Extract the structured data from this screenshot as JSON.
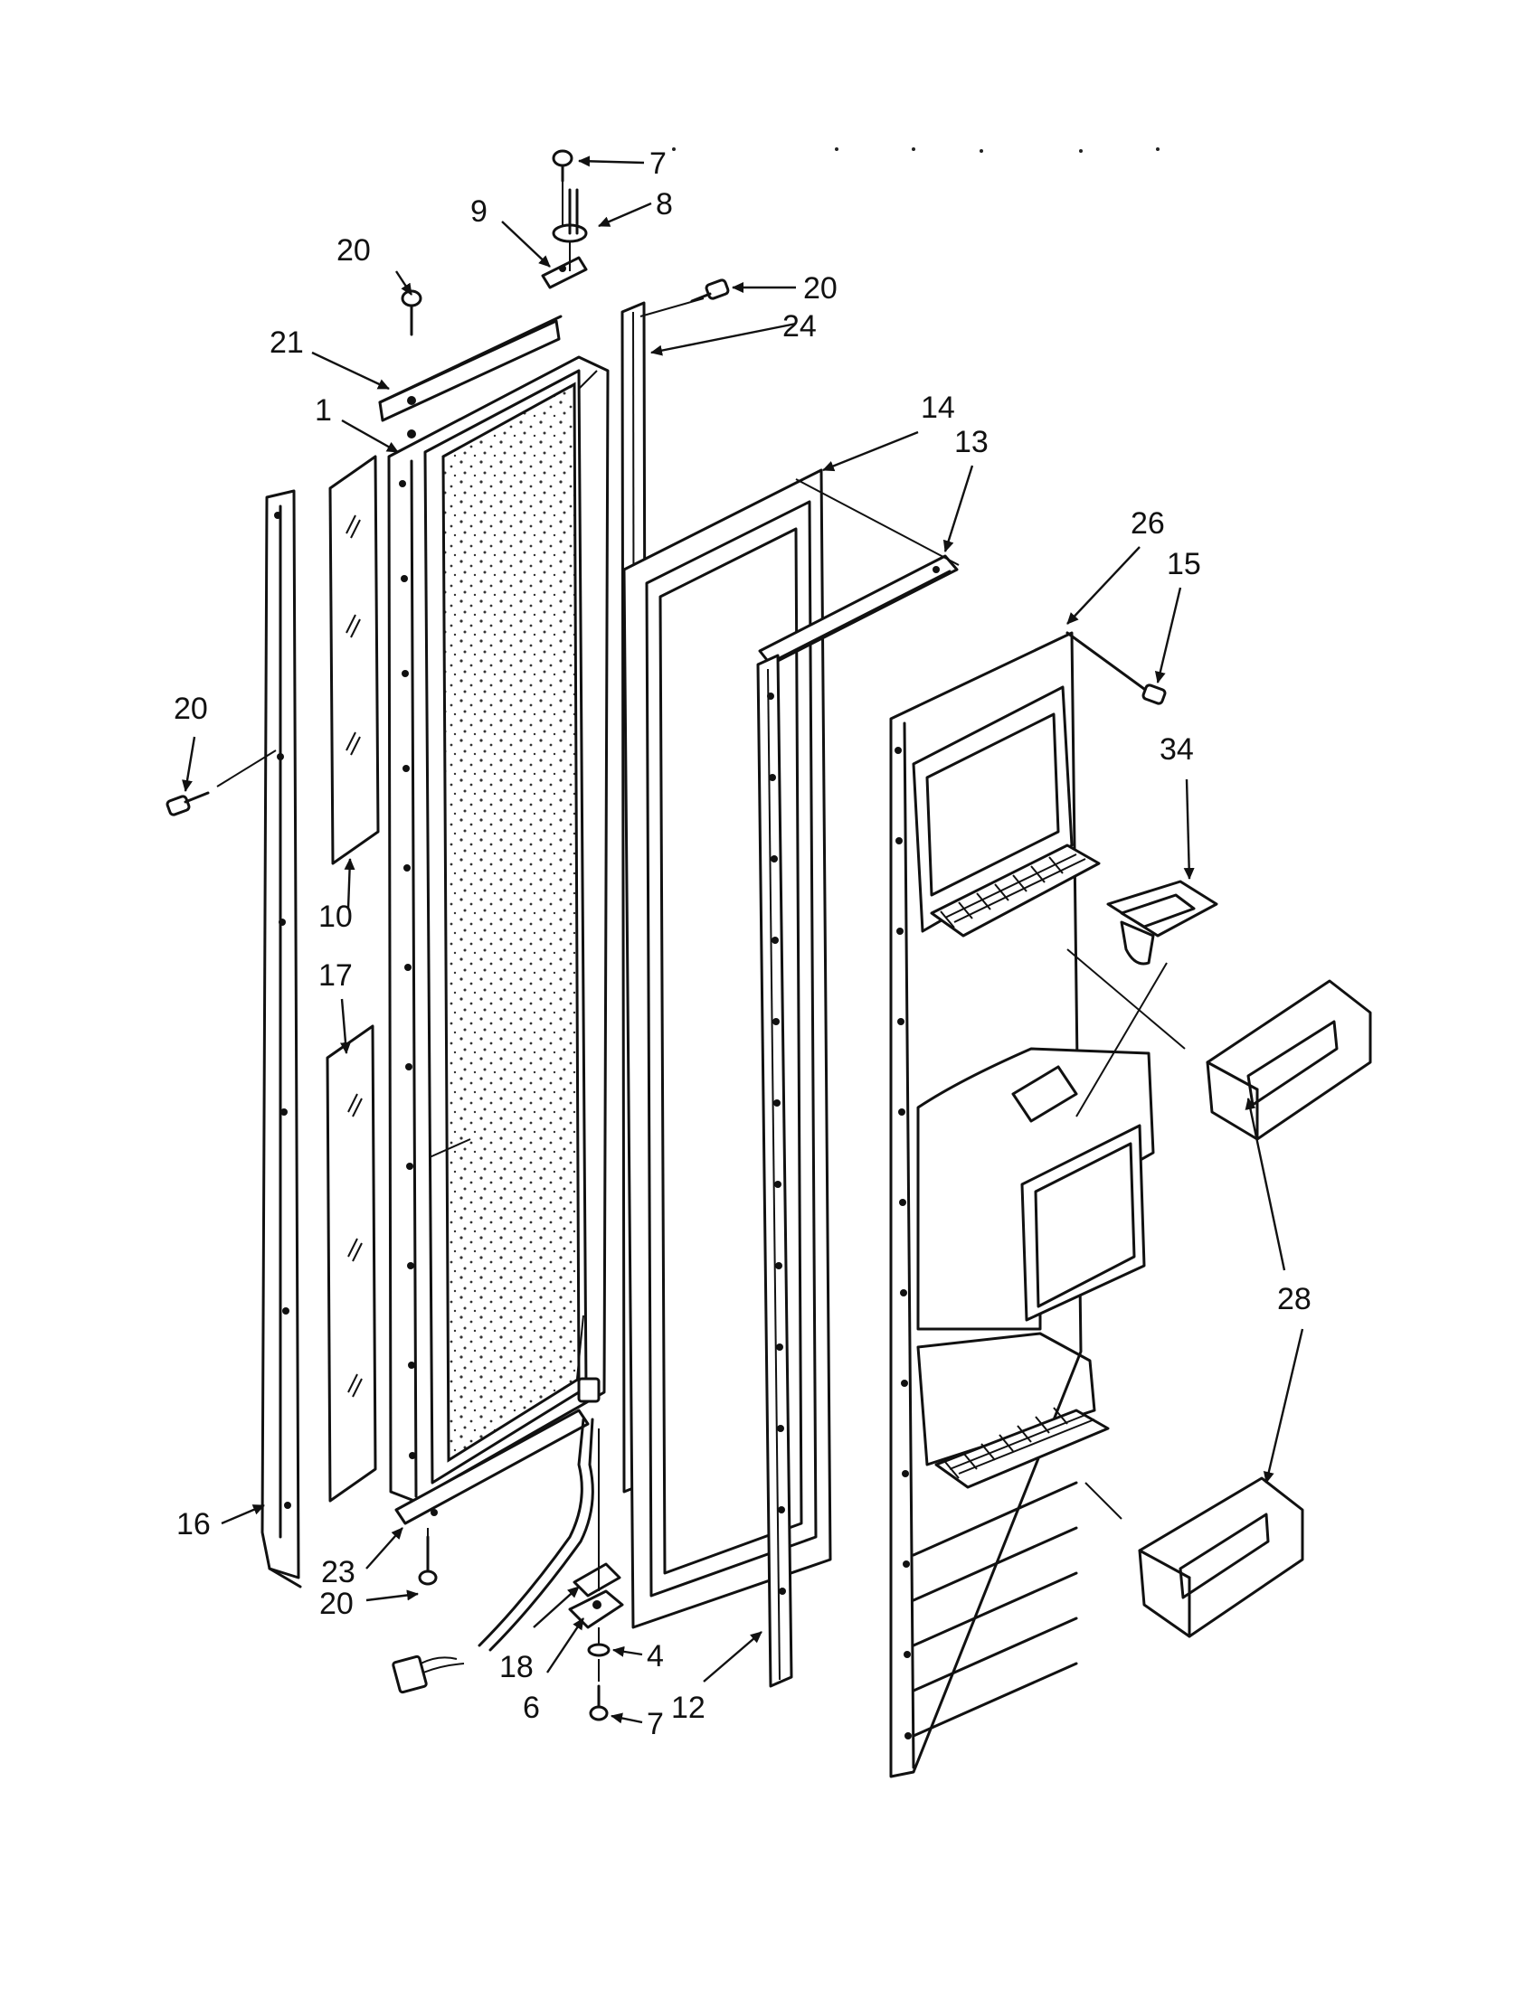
{
  "callouts": [
    {
      "id": "c7a",
      "text": "7"
    },
    {
      "id": "c8",
      "text": "8"
    },
    {
      "id": "c9",
      "text": "9"
    },
    {
      "id": "c20a",
      "text": "20"
    },
    {
      "id": "c20b",
      "text": "20"
    },
    {
      "id": "c24",
      "text": "24"
    },
    {
      "id": "c21",
      "text": "21"
    },
    {
      "id": "c1",
      "text": "1"
    },
    {
      "id": "c14",
      "text": "14"
    },
    {
      "id": "c13",
      "text": "13"
    },
    {
      "id": "c26",
      "text": "26"
    },
    {
      "id": "c15",
      "text": "15"
    },
    {
      "id": "c20c",
      "text": "20"
    },
    {
      "id": "c34",
      "text": "34"
    },
    {
      "id": "c10",
      "text": "10"
    },
    {
      "id": "c17",
      "text": "17"
    },
    {
      "id": "c28",
      "text": "28"
    },
    {
      "id": "c16",
      "text": "16"
    },
    {
      "id": "c23",
      "text": "23"
    },
    {
      "id": "c20d",
      "text": "20"
    },
    {
      "id": "c18",
      "text": "18"
    },
    {
      "id": "c4",
      "text": "4"
    },
    {
      "id": "c12",
      "text": "12"
    },
    {
      "id": "c6",
      "text": "6"
    },
    {
      "id": "c7b",
      "text": "7"
    }
  ]
}
